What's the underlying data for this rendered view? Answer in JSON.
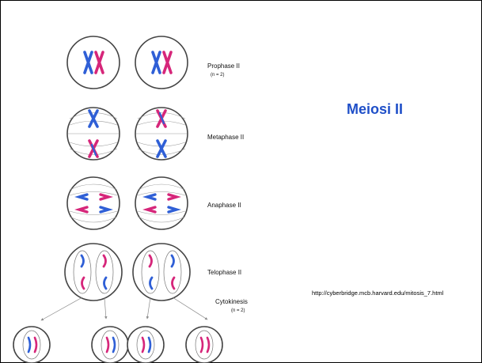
{
  "slide": {
    "title": "Meiosi II",
    "source": "http://cyberbridge.mcb.harvard.edu/mitosis_7.html"
  },
  "diagram": {
    "stages": {
      "prophase": {
        "label": "Prophase II",
        "ploidy": "(n = 2)"
      },
      "metaphase": {
        "label": "Metaphase II"
      },
      "anaphase": {
        "label": "Anaphase II"
      },
      "telophase": {
        "label": "Telophase II"
      },
      "cytokinesis": {
        "label": "Cytokinesis",
        "ploidy": "(n = 2)"
      }
    },
    "colors": {
      "chromosome_a": "#2f5fd6",
      "chromosome_b": "#d6267a",
      "title": "#1f4fc8"
    }
  }
}
